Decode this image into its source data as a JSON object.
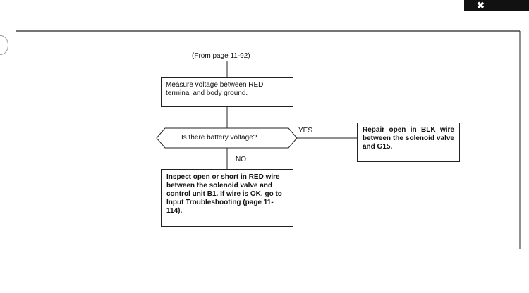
{
  "flowchart": {
    "from_ref": "(From page 11-92)",
    "step_measure": "Measure voltage between RED terminal and body ground.",
    "decision": "Is there battery voltage?",
    "yes_label": "YES",
    "no_label": "NO",
    "yes_action": "Repair open in BLK wire between the solenoid valve and G15.",
    "no_action": "Inspect open or short in RED wire between the solenoid valve and control unit B1. If wire is OK, go to Input Troubleshooting (page 11-114)."
  },
  "corner_icon": "tool-tab-icon"
}
